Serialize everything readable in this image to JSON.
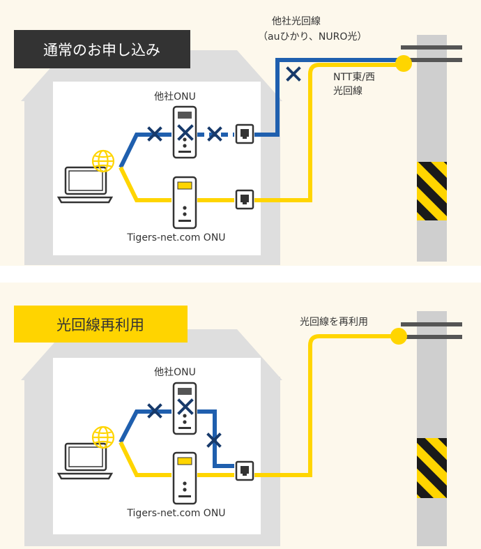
{
  "colors": {
    "background": "#fdf8ec",
    "divider": "#ffffff",
    "house": "#dedede",
    "house_inner": "#ffffff",
    "blue_line": "#1f5fae",
    "yellow_line": "#ffd500",
    "x_mark": "#173a6b",
    "pole": "#cfcfcf",
    "hazard_black": "#1a1a1a",
    "label_dark_bg": "#333333",
    "label_yellow_bg": "#ffd400",
    "text": "#333333"
  },
  "panels": [
    {
      "title": "通常のお申し込み",
      "other_onu_label": "他社ONU",
      "our_onu_label": "Tigers-net.com ONU",
      "other_line_label": "他社光回線",
      "other_line_sublabel": "（auひかり、NURO光）",
      "ntt_label_1": "NTT東/西",
      "ntt_label_2": "光回線"
    },
    {
      "title": "光回線再利用",
      "other_onu_label": "他社ONU",
      "our_onu_label": "Tigers-net.com ONU",
      "reuse_label": "光回線を再利用"
    }
  ],
  "icons": [
    "laptop-icon",
    "globe-icon",
    "onu-device-icon",
    "wall-outlet-icon",
    "x-mark-icon",
    "utility-pole-icon"
  ]
}
